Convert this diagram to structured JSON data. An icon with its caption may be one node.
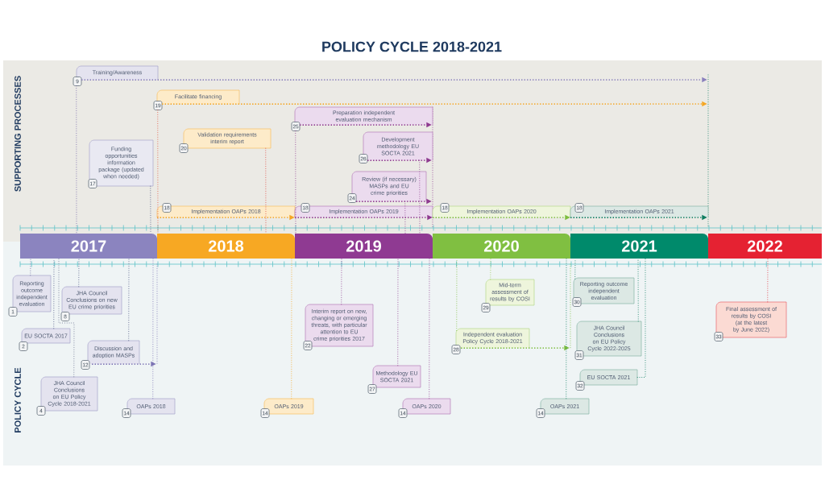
{
  "diagram": {
    "title": "POLICY CYCLE 2018-2021",
    "nodes": [
      {
        "text": [
          "SUPPORTING PROCESSES"
        ]
      },
      {
        "text": [
          "Training/Awareness",
          "9"
        ],
        "in": 0
      },
      {
        "text": [
          "Facilitate financing",
          "19"
        ],
        "in": 0
      },
      {
        "text": [
          "Preparation independent evaluation mechanism",
          "25"
        ],
        "in": 0
      },
      {
        "text": [
          "Validation requirements interim report",
          "20"
        ],
        "in": 0
      },
      {
        "text": [
          "Development methodology EU SOCTA 2021",
          "26"
        ],
        "in": 0
      },
      {
        "text": [
          "Funding opportunities information package (updated when needed)",
          "17"
        ],
        "in": 0
      },
      {
        "text": [
          "Review (if necessary) MASPs and EU crime priorities",
          "24"
        ],
        "in": 0
      },
      {
        "text": [
          "Implementation OAPs 2018",
          "18"
        ],
        "in": 0
      },
      {
        "text": [
          "Implementation OAPs 2019",
          "18"
        ],
        "in": 0
      },
      {
        "text": [
          "Implementation OAPs 2020",
          "18"
        ],
        "in": 0
      },
      {
        "text": [
          "Implementation OAPs 2021",
          "18"
        ],
        "in": 0
      },
      {
        "text": [
          "2017"
        ]
      },
      {
        "text": [
          "2018"
        ]
      },
      {
        "text": [
          "2019"
        ]
      },
      {
        "text": [
          "2020"
        ]
      },
      {
        "text": [
          "2021"
        ]
      },
      {
        "text": [
          "2022"
        ]
      },
      {
        "text": [
          "POLICY CYCLE"
        ]
      },
      {
        "text": [
          "Reporting outcome independent evaluation",
          "1"
        ],
        "in": 18
      },
      {
        "text": [
          "JHA Council Conclusions on new EU crime priorities",
          "8"
        ],
        "in": 18
      },
      {
        "text": [
          "EU SOCTA 2017",
          "2"
        ],
        "in": 18
      },
      {
        "text": [
          "Discussion and adoption MASPs",
          "12"
        ],
        "in": 18
      },
      {
        "text": [
          "JHA Council Conclusions on EU Policy Cycle 2018-2021",
          "4"
        ],
        "in": 18
      },
      {
        "text": [
          "OAPs 2018",
          "14"
        ],
        "in": 18
      },
      {
        "text": [
          "Interim report on new, changing or emerging threats, with particular attention to EU crime priorities 2017",
          "22"
        ],
        "in": 18
      },
      {
        "text": [
          "OAPs 2019",
          "14"
        ],
        "in": 18
      },
      {
        "text": [
          "Methodology EU SOCTA 2021",
          "27"
        ],
        "in": 18
      },
      {
        "text": [
          "OAPs 2020",
          "14"
        ],
        "in": 18
      },
      {
        "text": [
          "Mid-term assessment of results by COSI",
          "29"
        ],
        "in": 18
      },
      {
        "text": [
          "Independent evaluation Policy Cycle 2018-2021",
          "28"
        ],
        "in": 18
      },
      {
        "text": [
          "Reporting outcome independent evaluation",
          "30"
        ],
        "in": 18
      },
      {
        "text": [
          "JHA Council Conclusions on EU Policy Cycle 2022-2025",
          "31"
        ],
        "in": 18
      },
      {
        "text": [
          "EU SOCTA 2021",
          "32"
        ],
        "in": 18
      },
      {
        "text": [
          "OAPs 2021",
          "14"
        ],
        "in": 18
      },
      {
        "text": [
          "Final assessment of results by COSI (at the latest by June 2022)",
          "33"
        ],
        "in": 18
      },
      {
        "text": [],
        "shape": "bar",
        "in": 18
      },
      {
        "text": [],
        "shape": "bar",
        "in": 0
      },
      {
        "text": [],
        "shape": "bar",
        "in": 18
      },
      {
        "text": [],
        "shape": "bar",
        "in": 0
      }
    ],
    "edges": [
      {
        "from": 1,
        "to": 39,
        "arrow": "to",
        "style": "dashed",
        "color": "#8a80bd"
      },
      {
        "from": 2,
        "to": 39,
        "arrow": "to",
        "style": "dashed",
        "color": "#f5a623"
      },
      {
        "from": 3,
        "to": 37,
        "arrow": "to",
        "style": "dashed",
        "color": "#8e3a8f"
      },
      {
        "from": 5,
        "to": 37,
        "arrow": "to",
        "style": "dashed",
        "color": "#8e3a8f"
      },
      {
        "from": 7,
        "to": 37,
        "arrow": "to",
        "style": "dashed",
        "color": "#8e3a8f"
      },
      {
        "from": 8,
        "to": 9,
        "arrow": "to",
        "style": "dashed",
        "color": "#f5a623"
      },
      {
        "from": 9,
        "to": 10,
        "arrow": "to",
        "style": "dashed",
        "color": "#8e3a8f"
      },
      {
        "from": 10,
        "to": 11,
        "arrow": "to",
        "style": "dashed",
        "color": "#7dbd3f"
      },
      {
        "from": 11,
        "to": 39,
        "arrow": "to",
        "style": "dashed",
        "color": "#0d7d60"
      },
      {
        "from": 22,
        "to": 36,
        "arrow": "to",
        "style": "dashed",
        "color": "#7d74b4"
      },
      {
        "from": 30,
        "to": 38,
        "arrow": "to",
        "style": "dashed",
        "color": "#7dbd3f"
      },
      {
        "from": 1,
        "to": 12,
        "arrow": "none",
        "style": "dashed",
        "color": "#7466a8"
      },
      {
        "from": 2,
        "to": 13,
        "arrow": "none",
        "style": "dashed",
        "color": "#e2553f"
      },
      {
        "from": 6,
        "to": 12,
        "arrow": "none",
        "style": "dashed",
        "color": "#4a5580"
      },
      {
        "from": 4,
        "to": 13,
        "arrow": "none",
        "style": "dashed",
        "color": "#e0473f"
      },
      {
        "from": 3,
        "to": 14,
        "arrow": "none",
        "style": "dashed",
        "color": "#8e3a8f"
      },
      {
        "from": 5,
        "to": 14,
        "arrow": "none",
        "style": "dashed",
        "color": "#8e3a8f"
      },
      {
        "from": 7,
        "to": 14,
        "arrow": "none",
        "style": "dashed",
        "color": "#8e3a8f"
      },
      {
        "from": 19,
        "to": 12,
        "arrow": "none",
        "style": "dashed",
        "color": "#6a68a0"
      },
      {
        "from": 20,
        "to": 12,
        "arrow": "none",
        "style": "dashed",
        "color": "#4a5580"
      },
      {
        "from": 21,
        "to": 12,
        "arrow": "none",
        "style": "dashed",
        "color": "#4a5580"
      },
      {
        "from": 22,
        "to": 12,
        "arrow": "none",
        "style": "dashed",
        "color": "#4a5580"
      },
      {
        "from": 23,
        "to": 12,
        "arrow": "none",
        "style": "dashed",
        "color": "#6b7390"
      },
      {
        "from": 24,
        "to": 12,
        "arrow": "none",
        "style": "dashed",
        "color": "#7d74b4"
      },
      {
        "from": 25,
        "to": 14,
        "arrow": "none",
        "style": "dashed",
        "color": "#8e3a8f"
      },
      {
        "from": 26,
        "to": 13,
        "arrow": "none",
        "style": "dashed",
        "color": "#f5a623"
      },
      {
        "from": 27,
        "to": 14,
        "arrow": "none",
        "style": "dashed",
        "color": "#8e3a8f"
      },
      {
        "from": 28,
        "to": 14,
        "arrow": "none",
        "style": "dashed",
        "color": "#8e3a8f"
      },
      {
        "from": 29,
        "to": 15,
        "arrow": "none",
        "style": "dashed",
        "color": "#9ccc5a"
      },
      {
        "from": 30,
        "to": 15,
        "arrow": "none",
        "style": "dashed",
        "color": "#7dbd3f"
      },
      {
        "from": 31,
        "to": 16,
        "arrow": "none",
        "style": "dashed",
        "color": "#0d7d60"
      },
      {
        "from": 32,
        "to": 16,
        "arrow": "none",
        "style": "dashed",
        "color": "#0d7d60"
      },
      {
        "from": 33,
        "to": 16,
        "arrow": "none",
        "style": "dashed",
        "color": "#0d7d60"
      },
      {
        "from": 34,
        "to": 15,
        "arrow": "none",
        "style": "dashed",
        "color": "#0d7d60"
      },
      {
        "from": 35,
        "to": 17,
        "arrow": "none",
        "style": "dashed",
        "color": "#e0323f"
      }
    ]
  }
}
